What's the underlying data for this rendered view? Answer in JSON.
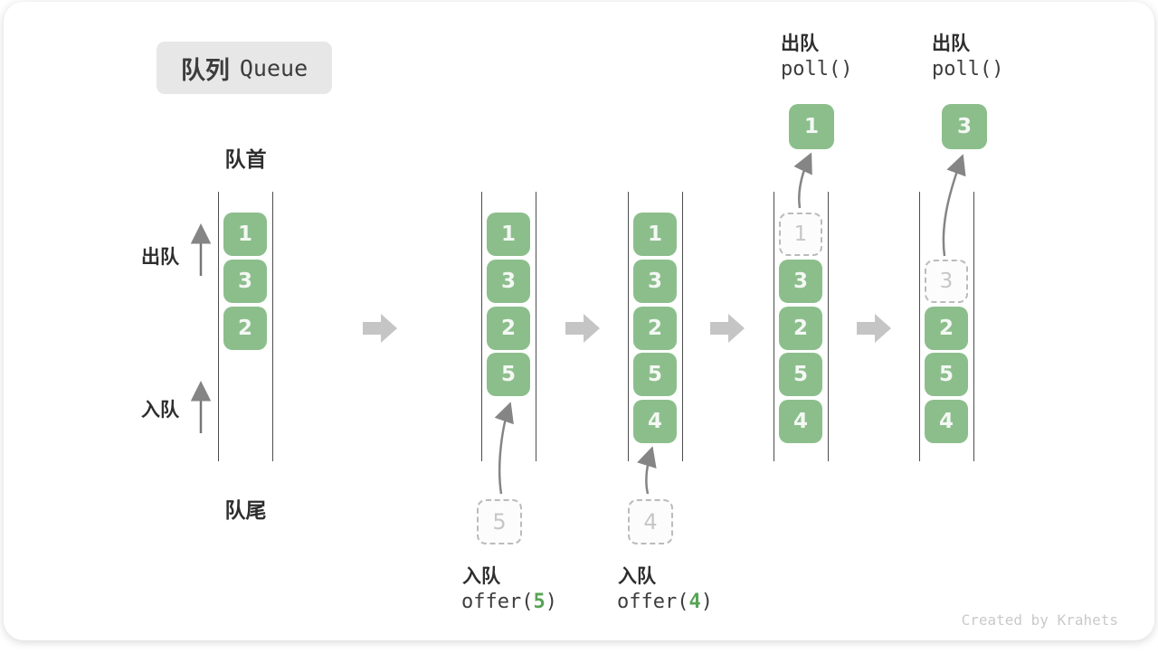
{
  "title": {
    "zh": "队列",
    "en": "Queue"
  },
  "labels": {
    "head": "队首",
    "tail": "队尾",
    "dequeue": "出队",
    "enqueue": "入队"
  },
  "queues": [
    {
      "cells": [
        {
          "v": "1"
        },
        {
          "v": "3"
        },
        {
          "v": "2"
        }
      ]
    },
    {
      "cells": [
        {
          "v": "1"
        },
        {
          "v": "3"
        },
        {
          "v": "2"
        },
        {
          "v": "5"
        }
      ]
    },
    {
      "cells": [
        {
          "v": "1"
        },
        {
          "v": "3"
        },
        {
          "v": "2"
        },
        {
          "v": "5"
        },
        {
          "v": "4"
        }
      ]
    },
    {
      "cells": [
        {
          "v": "1",
          "state": "removed"
        },
        {
          "v": "3"
        },
        {
          "v": "2"
        },
        {
          "v": "5"
        },
        {
          "v": "4"
        }
      ]
    },
    {
      "cells": [
        {
          "v": "3",
          "state": "removed"
        },
        {
          "v": "2"
        },
        {
          "v": "5"
        },
        {
          "v": "4"
        }
      ]
    }
  ],
  "enqueue_ops": [
    {
      "label": "入队",
      "fn": "offer(",
      "arg": "5",
      "close": ")",
      "staged_value": "5"
    },
    {
      "label": "入队",
      "fn": "offer(",
      "arg": "4",
      "close": ")",
      "staged_value": "4"
    }
  ],
  "dequeue_ops": [
    {
      "label": "出队",
      "code": "poll()",
      "result": "1"
    },
    {
      "label": "出队",
      "code": "poll()",
      "result": "3"
    }
  ],
  "watermark": "Created by Krahets",
  "colors": {
    "green": "#8CBE8C",
    "cellText": "#F4F8F4",
    "codeGreen": "#57A457",
    "dashedBorder": "#BBBBBB",
    "dashedText": "#C6C6C6",
    "dashedBg": "#FCFCFC",
    "line": "#4D4D4D",
    "arrow": "#858585",
    "blockArrow": "#C5C5C5",
    "text": "#2E2E2E",
    "code": "#3D3D3D",
    "badgeBg": "#E7E7E7",
    "watermark": "#C9C9C9"
  }
}
